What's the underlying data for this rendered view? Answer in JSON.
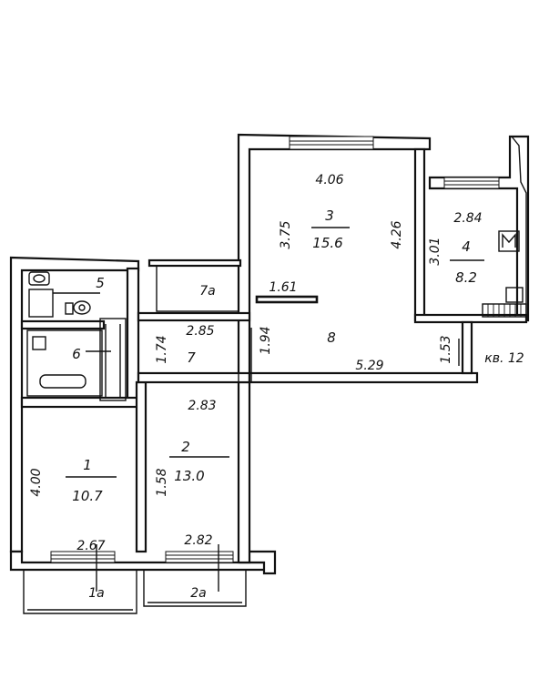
{
  "rooms": [
    {
      "id": "1",
      "area": "10.7"
    },
    {
      "id": "2",
      "area": "13.0"
    },
    {
      "id": "3",
      "area": "15.6"
    },
    {
      "id": "4",
      "area": "8.2"
    },
    {
      "id": "5"
    },
    {
      "id": "6"
    },
    {
      "id": "7"
    },
    {
      "id": "8"
    }
  ],
  "dimensions": {
    "room3_top": "4.06",
    "room3_left": "3.75",
    "room3_right": "4.26",
    "room4_top": "2.84",
    "room4_left": "3.01",
    "storage": "7a",
    "hall_161": "1.61",
    "corr_174": "1.74",
    "corr_285": "2.85",
    "hall_194": "1.94",
    "hall_529": "5.29",
    "hall_153": "1.53",
    "room2_top": "2.83",
    "room1_left": "4.00",
    "room2_left": "1.58",
    "room1_bottom": "2.67",
    "room2_bottom": "2.82",
    "balcony_1": "1a",
    "balcony_2": "2a"
  },
  "apartment_label": "кв. 12"
}
